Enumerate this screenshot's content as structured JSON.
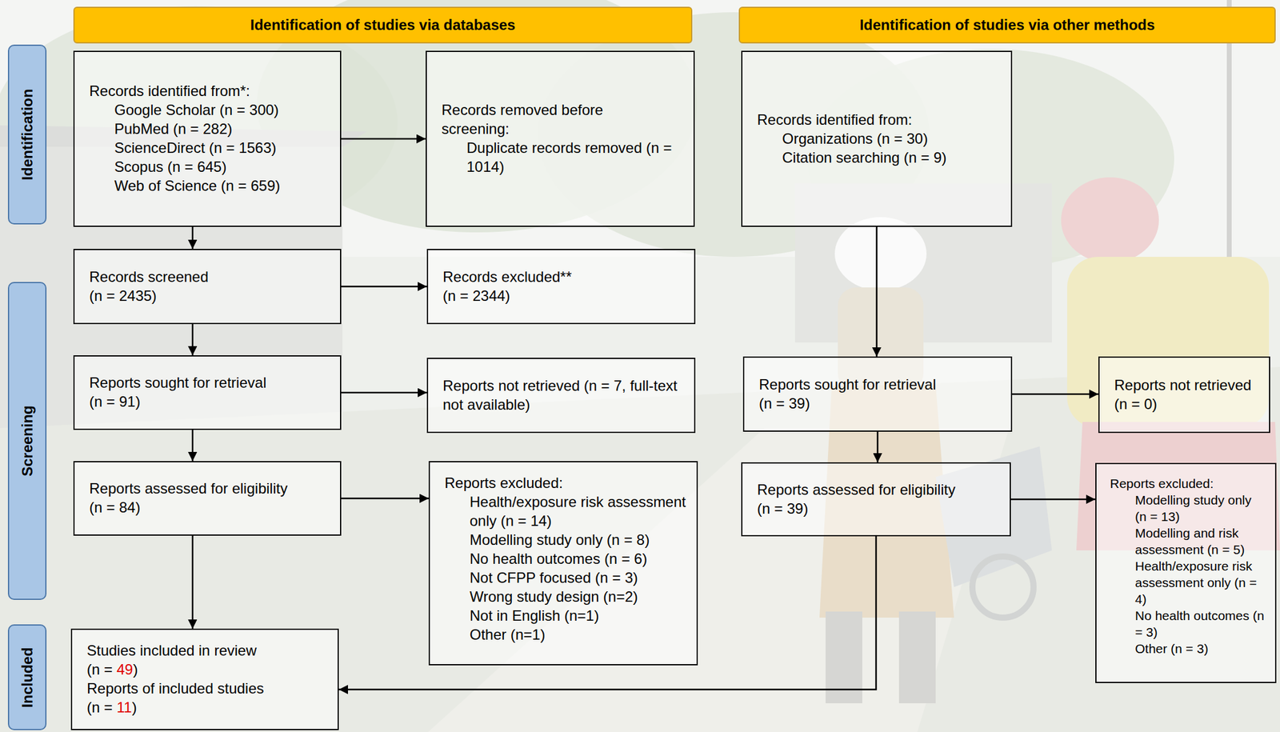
{
  "diagram": {
    "nodes": [
      {
        "text": [
          "Identification of studies via databases"
        ]
      },
      {
        "text": [
          "Identification of studies via other methods"
        ]
      },
      {
        "text": [
          "Identification"
        ]
      },
      {
        "text": [
          "Records identified from*:",
          "Google Scholar (n = 300)",
          "PubMed (n = 282)",
          "ScienceDirect (n = 1563)",
          "Scopus (n = 645)",
          "Web of Science (n = 659)"
        ]
      },
      {
        "text": [
          "Records removed before screening:",
          "Duplicate records removed (n = 1014)"
        ]
      },
      {
        "text": [
          "Records identified from:",
          "Organizations (n = 30)",
          "Citation searching (n = 9)"
        ]
      },
      {
        "text": [
          "Screening"
        ]
      },
      {
        "text": [
          "Records screened (n = 2435)"
        ]
      },
      {
        "text": [
          "Records excluded** (n = 2344)"
        ]
      },
      {
        "text": [
          "Reports sought for retrieval (n = 91)"
        ]
      },
      {
        "text": [
          "Reports not retrieved (n = 7, full-text not available)"
        ]
      },
      {
        "text": [
          "Reports sought for retrieval (n = 39)"
        ]
      },
      {
        "text": [
          "Reports not retrieved (n = 0)"
        ]
      },
      {
        "text": [
          "Reports assessed for eligibility (n = 84)"
        ]
      },
      {
        "text": [
          "Reports excluded:",
          "Health/exposure risk assessment only (n = 14)",
          "Modelling study only (n = 8)",
          "No health outcomes (n = 6)",
          "Not CFPP focused (n = 3)",
          "Wrong study design (n=2)",
          "Not in English (n=1)",
          "Other (n=1)"
        ]
      },
      {
        "text": [
          "Reports assessed for eligibility (n = 39)"
        ]
      },
      {
        "text": [
          "Reports excluded:",
          "Modelling study only (n = 13)",
          "Modelling and risk assessment (n = 5)",
          "Health/exposure risk assessment only (n = 4)",
          "No health outcomes (n = 3)",
          "Other (n = 3)"
        ]
      },
      {
        "text": [
          "Included"
        ]
      },
      {
        "text": [
          "Studies included in review (n = 49)",
          "Reports of included studies (n = 11)"
        ]
      }
    ],
    "edges": [
      {
        "from": 3,
        "to": 4,
        "arrow": "to"
      },
      {
        "from": 3,
        "to": 7,
        "arrow": "to"
      },
      {
        "from": 7,
        "to": 8,
        "arrow": "to"
      },
      {
        "from": 7,
        "to": 9,
        "arrow": "to"
      },
      {
        "from": 9,
        "to": 10,
        "arrow": "to"
      },
      {
        "from": 9,
        "to": 13,
        "arrow": "to"
      },
      {
        "from": 13,
        "to": 14,
        "arrow": "to"
      },
      {
        "from": 13,
        "to": 18,
        "arrow": "to"
      },
      {
        "from": 5,
        "to": 11,
        "arrow": "to"
      },
      {
        "from": 11,
        "to": 12,
        "arrow": "to"
      },
      {
        "from": 11,
        "to": 15,
        "arrow": "to"
      },
      {
        "from": 15,
        "to": 16,
        "arrow": "to"
      },
      {
        "from": 15,
        "to": 18,
        "arrow": "to"
      }
    ]
  }
}
